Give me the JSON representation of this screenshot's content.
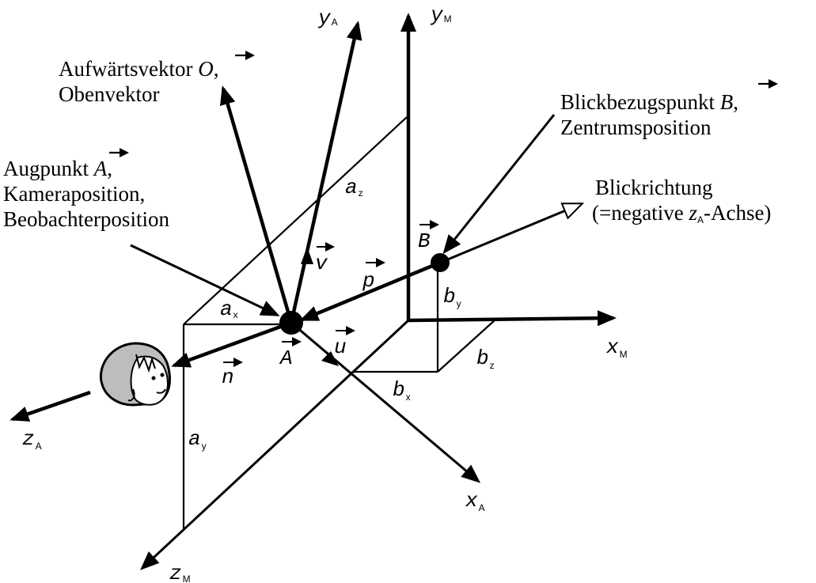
{
  "axes": {
    "yA": {
      "var": "y",
      "sub": "A"
    },
    "yM": {
      "var": "y",
      "sub": "M"
    },
    "xM": {
      "var": "x",
      "sub": "M"
    },
    "xA": {
      "var": "x",
      "sub": "A"
    },
    "zA": {
      "var": "z",
      "sub": "A"
    },
    "zM": {
      "var": "z",
      "sub": "M"
    }
  },
  "labels": {
    "up_vector": {
      "line1": "Aufwärtsvektor ",
      "vec": "O",
      "line1_tail": ",",
      "line2": "Obenvektor"
    },
    "lookat": {
      "line1": "Blickbezugspunkt ",
      "vec": "B",
      "line1_tail": ",",
      "line2": "Zentrumsposition"
    },
    "eye": {
      "line1": "Augpunkt ",
      "vec": "A",
      "line1_tail": ",",
      "line2": "Kameraposition,",
      "line3": "Beobachterposition"
    },
    "view_dir": {
      "line1": "Blickrichtung",
      "line2_pre": "(=negative ",
      "line2_var": "z",
      "line2_sub": "A",
      "line2_post": "-Achse)"
    }
  },
  "vectors": {
    "v": "v",
    "p": "p",
    "u": "u",
    "n": "n",
    "A": "A",
    "B": "B"
  },
  "components": {
    "az": {
      "var": "a",
      "sub": "z"
    },
    "ax": {
      "var": "a",
      "sub": "x"
    },
    "ay": {
      "var": "a",
      "sub": "y"
    },
    "by": {
      "var": "b",
      "sub": "y"
    },
    "bz": {
      "var": "b",
      "sub": "z"
    },
    "bx": {
      "var": "b",
      "sub": "x"
    }
  }
}
